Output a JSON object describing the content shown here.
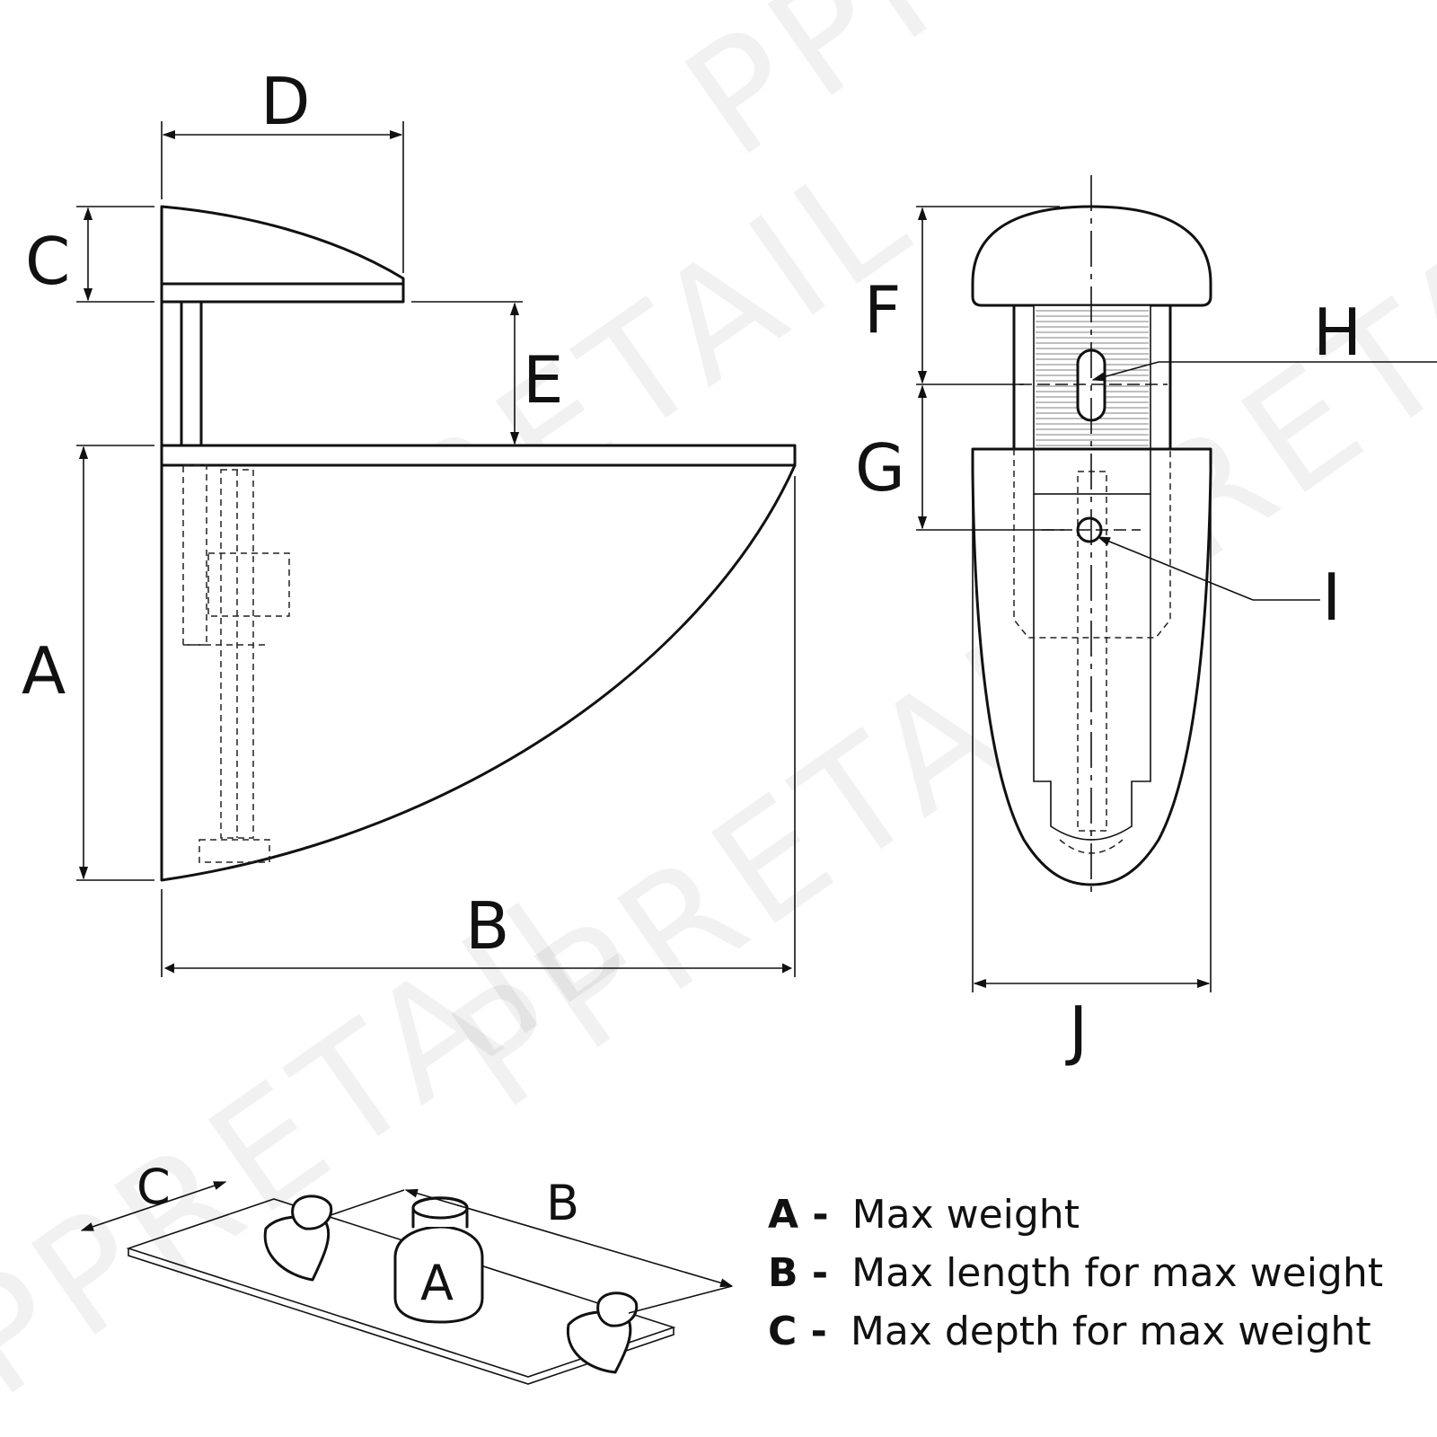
{
  "watermark": "PPRETAIL",
  "side_view": {
    "labels": {
      "a": "A",
      "b": "B",
      "c": "C",
      "d": "D",
      "e": "E"
    }
  },
  "front_view": {
    "labels": {
      "f": "F",
      "g": "G",
      "h": "H",
      "i": "I",
      "j": "J"
    }
  },
  "shelf_sketch": {
    "labels": {
      "a": "A",
      "b": "B",
      "c": "C"
    }
  },
  "legend": {
    "items": [
      {
        "key": "A -",
        "text": "Max weight"
      },
      {
        "key": "B -",
        "text": "Max length for max weight"
      },
      {
        "key": "C -",
        "text": "Max depth for max weight"
      }
    ]
  }
}
